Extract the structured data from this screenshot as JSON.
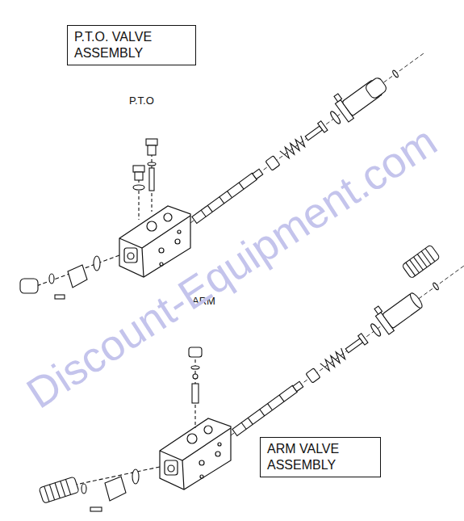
{
  "diagram": {
    "nodes": [
      {
        "text": [
          "P.T.O. VALVE ASSEMBLY"
        ]
      },
      {
        "text": [
          "ARM VALVE ASSEMBLY"
        ]
      }
    ],
    "labels": [
      "P.T.O",
      "ARM",
      "Discount-Equipment.com"
    ]
  }
}
